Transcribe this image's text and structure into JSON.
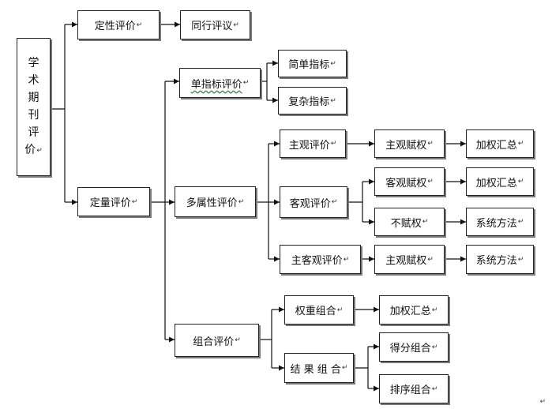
{
  "root": "学术期刊评价",
  "return_mark": "↵",
  "nodes": {
    "qualitative": "定性评价",
    "peer_review": "同行评议",
    "quantitative": "定量评价",
    "single_indicator": "单指标评价",
    "simple_indicator": "简单指标",
    "complex_indicator": "复杂指标",
    "multi_attribute": "多属性评价",
    "subjective_eval": "主观评价",
    "subjective_weight_1": "主观赋权",
    "weighted_sum_1": "加权汇总",
    "objective_eval": "客观评价",
    "objective_weight": "客观赋权",
    "weighted_sum_2": "加权汇总",
    "no_weight": "不赋权",
    "system_method_1": "系统方法",
    "subj_obj_eval": "主客观评价",
    "subjective_weight_2": "主观赋权",
    "system_method_2": "系统方法",
    "combination_eval": "组合评价",
    "weight_combination": "权重组合",
    "weighted_sum_3": "加权汇总",
    "result_combination": "结 果 组 合",
    "score_combination": "得分组合",
    "rank_combination": "排序组合"
  }
}
